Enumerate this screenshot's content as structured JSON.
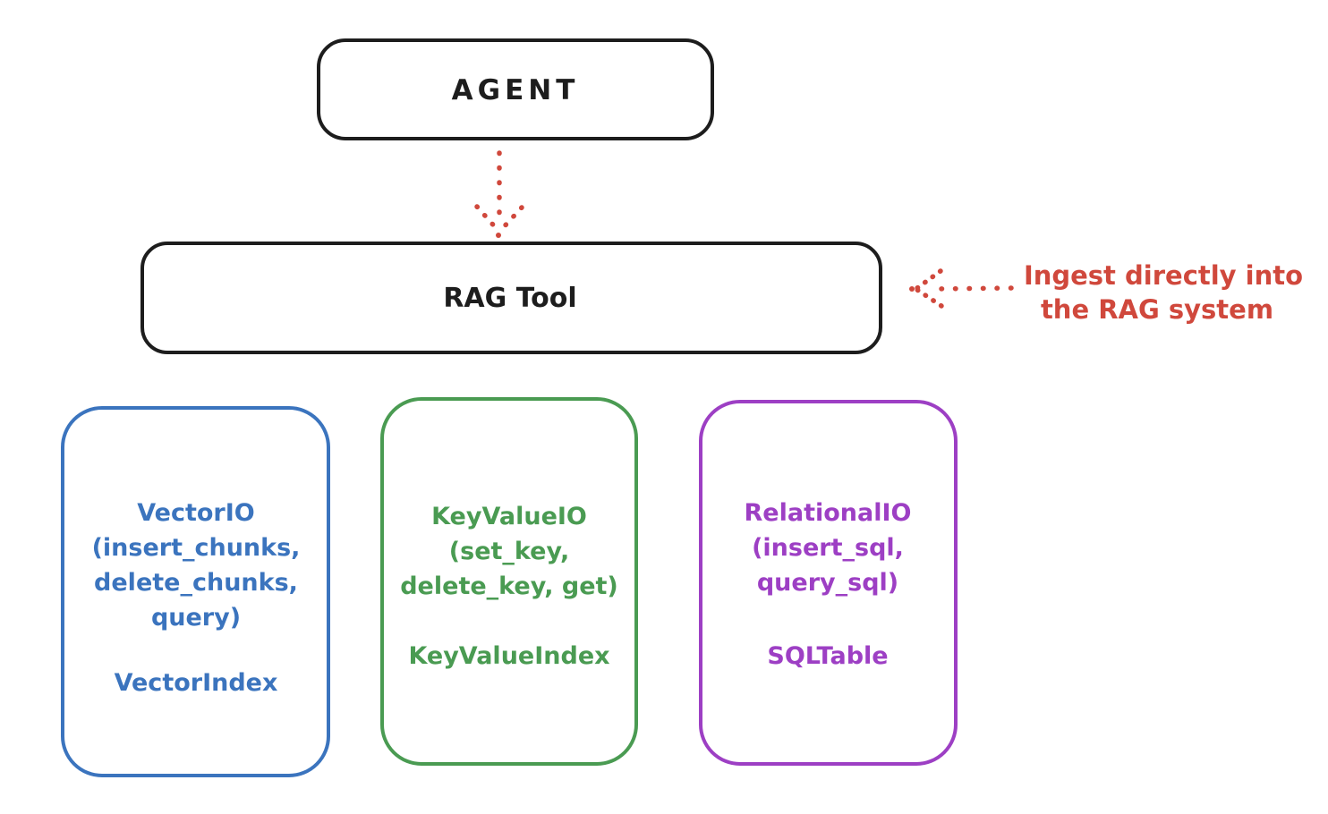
{
  "colors": {
    "ink": "#1d1d1d",
    "red": "#d0483c",
    "blue": "#3b74be",
    "green": "#4a9b52",
    "purple": "#9d3fc4",
    "background": "#ffffff"
  },
  "agent": {
    "label": "AGENT"
  },
  "rag_tool": {
    "label": "RAG Tool"
  },
  "annotation": {
    "line1": "Ingest directly into",
    "line2": "the RAG system"
  },
  "storage_boxes": [
    {
      "id": "vector-io",
      "color": "#3b74be",
      "lines": [
        "VectorIO",
        "(insert_chunks,",
        "delete_chunks,",
        "query)"
      ],
      "index_label": "VectorIndex"
    },
    {
      "id": "key-value-io",
      "color": "#4a9b52",
      "lines": [
        "KeyValueIO",
        "(set_key,",
        "delete_key, get)"
      ],
      "index_label": "KeyValueIndex"
    },
    {
      "id": "relational-io",
      "color": "#9d3fc4",
      "lines": [
        "RelationalIO",
        "(insert_sql,",
        "query_sql)"
      ],
      "index_label": "SQLTable"
    }
  ]
}
